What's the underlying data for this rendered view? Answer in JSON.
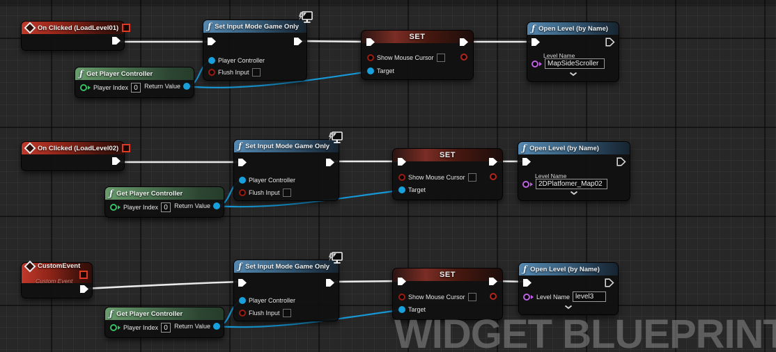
{
  "graph": {
    "watermark": "WIDGET BLUEPRINT",
    "background_color": "#272727"
  },
  "icons": {
    "function_glyph": "ƒ",
    "event_icon": "diamond-outline",
    "delegate_icon": "red-square",
    "device_icon": "monitor-with-bolt"
  },
  "colors": {
    "exec_wire": "#e9e9e9",
    "data_wire_blue": "#1798d5",
    "event_header_red": "#b03a2a",
    "pure_function_header_green": "#5d9462",
    "function_header_blue": "#4d7da6",
    "set_header_red": "#7a2d24",
    "pin_object_blue": "#18a0dc",
    "pin_bool_red": "#9b1c10",
    "pin_int_green": "#39c065",
    "pin_name_purple": "#bd62e2"
  },
  "titles": {
    "on_clicked_1": "On Clicked (LoadLevel01)",
    "on_clicked_2": "On Clicked (LoadLevel02)",
    "custom_event": "CustomEvent",
    "custom_event_subtitle": "Custom Event",
    "get_player_controller": "Get Player Controller",
    "set_input_mode": "Set Input Mode Game Only",
    "set": "SET",
    "open_level": "Open Level (by Name)"
  },
  "pin_labels": {
    "player_index": "Player Index",
    "return_value": "Return Value",
    "player_controller": "Player Controller",
    "flush_input": "Flush Input",
    "show_mouse_cursor": "Show Mouse Cursor",
    "target": "Target",
    "level_name": "Level Name"
  },
  "values": {
    "player_index": "0",
    "level_name_1": "MapSideScroller",
    "level_name_2": "2DPlatfomer_Map02",
    "level_name_3": "level3"
  }
}
